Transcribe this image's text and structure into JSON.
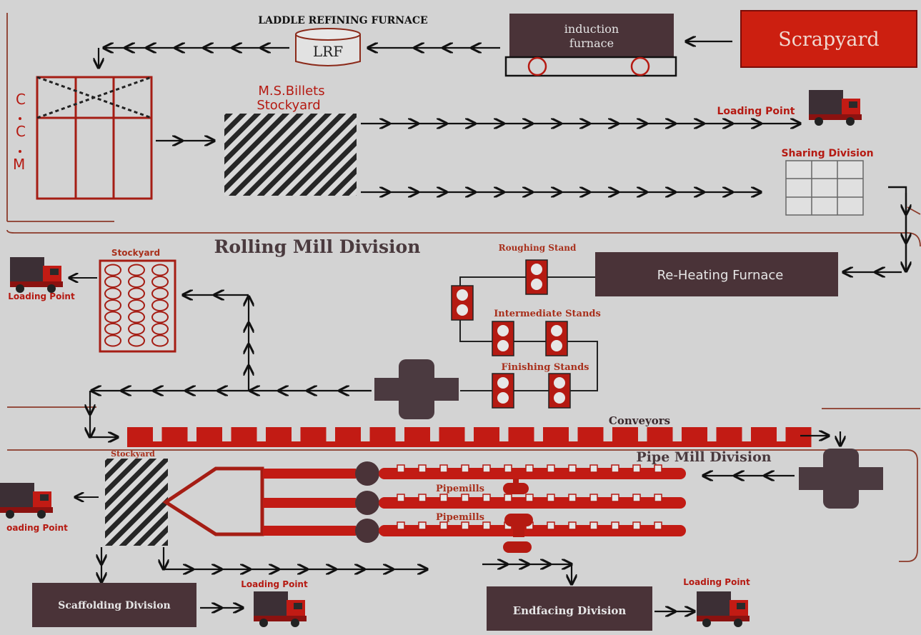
{
  "lrf_heading": "LADDLE REFINING FURNACE",
  "lrf_label": "LRF",
  "induction_label": [
    "induction",
    "furnace"
  ],
  "scrapyard": "Scrapyard",
  "ccm_letters": [
    "C",
    "C",
    "M"
  ],
  "billets_title": [
    "M.S.Billets",
    "Stockyard"
  ],
  "loading_point": "Loading Point",
  "loading_point_cut": "oading Point",
  "sharing_division": "Sharing Division",
  "rolling_mill_division": "Rolling Mill Division",
  "stockyard": "Stockyard",
  "roughing_stand": "Roughing Stand",
  "reheating_furnace": "Re-Heating Furnace",
  "intermediate_stands": "Intermediate Stands",
  "finishing_stands": "Finishing Stands",
  "conveyors": "Conveyors",
  "pipe_mill_division": "Pipe Mill Division",
  "pipemills": "Pipemills",
  "scaffolding_division": "Scaffolding Division",
  "endfacing_division": "Endfacing Division",
  "colors": {
    "background": "#d3d3d3",
    "accent_red": "#b51a12",
    "furnace_box": "#4a3338",
    "scrapyard_box": "#cc1f10",
    "line": "#1a1a1a",
    "label_red": "#a8301c"
  }
}
